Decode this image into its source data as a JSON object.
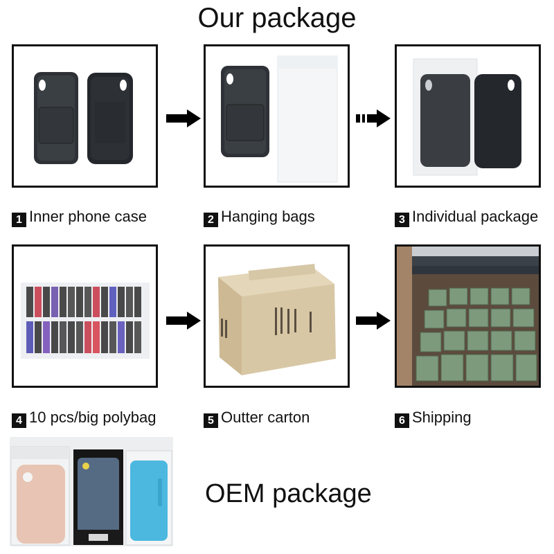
{
  "title": "Our package",
  "steps": [
    {
      "num": "1",
      "label": "Inner phone case"
    },
    {
      "num": "2",
      "label": "Hanging bags"
    },
    {
      "num": "3",
      "label": "Individual package"
    },
    {
      "num": "4",
      "label": "10 pcs/big polybag"
    },
    {
      "num": "5",
      "label": "Outter  carton"
    },
    {
      "num": "6",
      "label": "Shipping"
    }
  ],
  "oem_label": "OEM package",
  "colors": {
    "frame": "#111111",
    "arrow": "#000000",
    "case": "#2b2f33",
    "carton": "#d8c7a5"
  }
}
